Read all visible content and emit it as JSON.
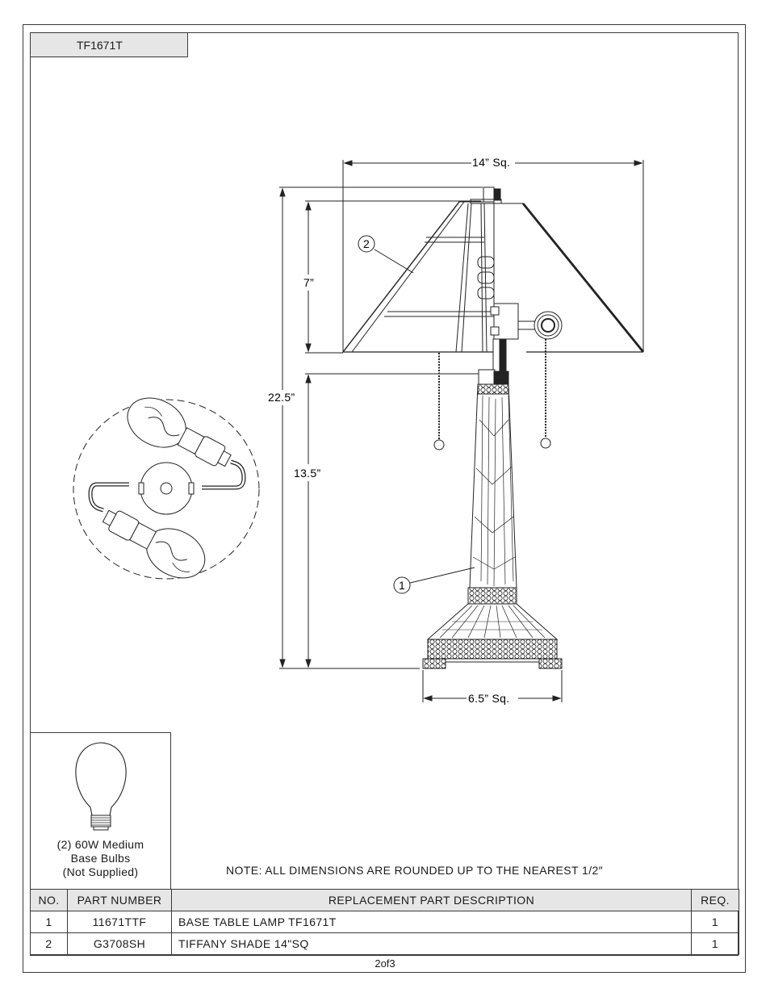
{
  "model_label": "TF1671T",
  "dimensions": {
    "shade_width": "14” Sq.",
    "shade_height": "7”",
    "overall_height": "22.5”",
    "base_height": "13.5”",
    "base_width": "6.5” Sq."
  },
  "callouts": {
    "base": "1",
    "shade": "2"
  },
  "bulb_note": {
    "line1": "(2) 60W Medium",
    "line2": "Base Bulbs",
    "line3": "(Not Supplied)"
  },
  "note": "NOTE:  ALL DIMENSIONS ARE ROUNDED UP TO THE NEAREST  1/2″",
  "parts_table": {
    "headers": {
      "no": "NO.",
      "part_number": "PART NUMBER",
      "description": "REPLACEMENT PART DESCRIPTION",
      "req": "REQ."
    },
    "rows": [
      {
        "no": "1",
        "part_number": "11671TTF",
        "description": "BASE TABLE LAMP TF1671T",
        "req": "1"
      },
      {
        "no": "2",
        "part_number": "G3708SH",
        "description": "TIFFANY SHADE 14\"SQ",
        "req": "1"
      }
    ]
  },
  "page_number": "2of3"
}
